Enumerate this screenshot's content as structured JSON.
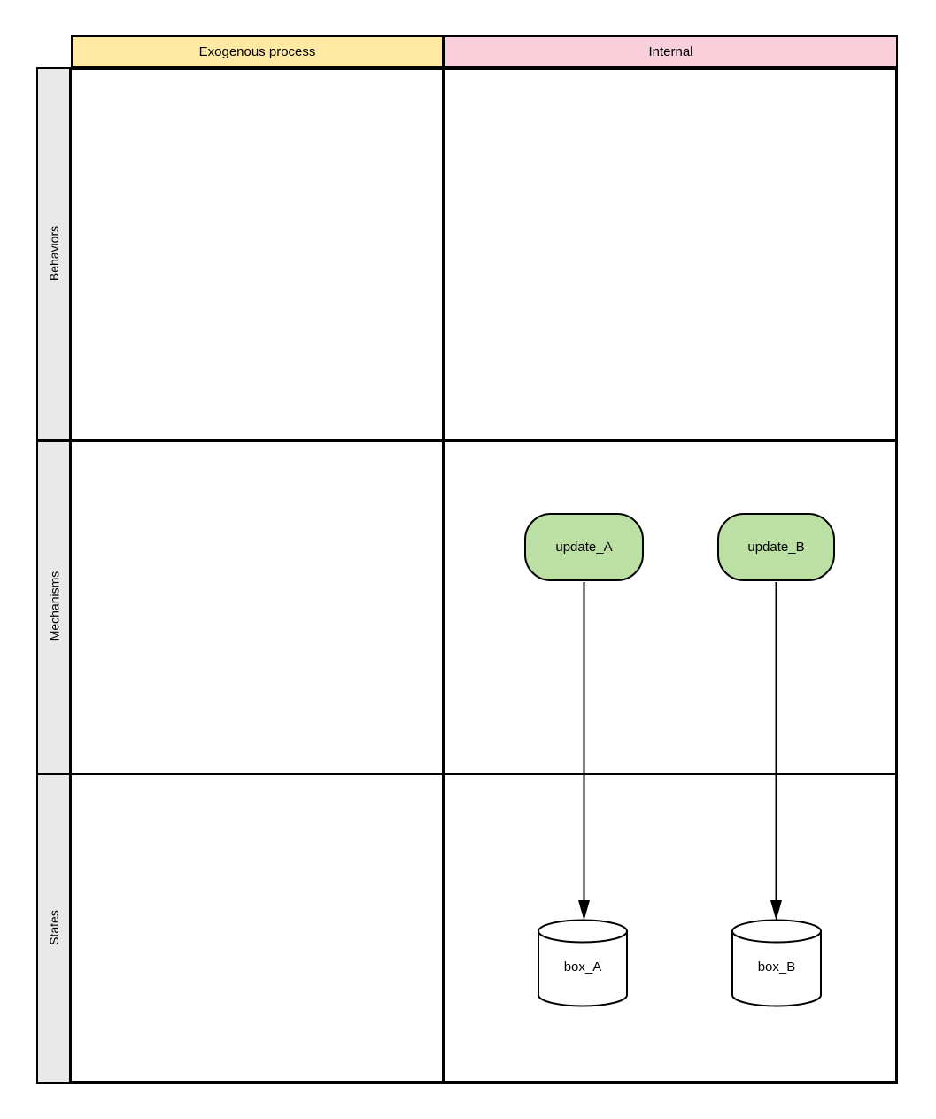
{
  "diagram": {
    "columns": [
      {
        "label": "Exogenous process",
        "header_color": "#ffe9a3"
      },
      {
        "label": "Internal",
        "header_color": "#f8cfda"
      }
    ],
    "rows": [
      {
        "label": "Behaviors"
      },
      {
        "label": "Mechanisms"
      },
      {
        "label": "States"
      }
    ],
    "nodes": [
      {
        "id": "update_A",
        "label": "update_A",
        "type": "rounded-process",
        "row": "Mechanisms",
        "column": "Internal",
        "fill": "#bcdfa4"
      },
      {
        "id": "update_B",
        "label": "update_B",
        "type": "rounded-process",
        "row": "Mechanisms",
        "column": "Internal",
        "fill": "#bcdfa4"
      },
      {
        "id": "box_A",
        "label": "box_A",
        "type": "cylinder",
        "row": "States",
        "column": "Internal",
        "fill": "#ffffff"
      },
      {
        "id": "box_B",
        "label": "box_B",
        "type": "cylinder",
        "row": "States",
        "column": "Internal",
        "fill": "#ffffff"
      }
    ],
    "edges": [
      {
        "from": "update_A",
        "to": "box_A",
        "style": "solid-arrow"
      },
      {
        "from": "update_B",
        "to": "box_B",
        "style": "solid-arrow"
      }
    ],
    "colors": {
      "exogenous_header_bg": "#ffe9a3",
      "internal_header_bg": "#f8cfda",
      "row_label_bg": "#e9e9e9",
      "process_fill": "#bcdfa4",
      "border": "#000000",
      "background": "#ffffff"
    }
  }
}
